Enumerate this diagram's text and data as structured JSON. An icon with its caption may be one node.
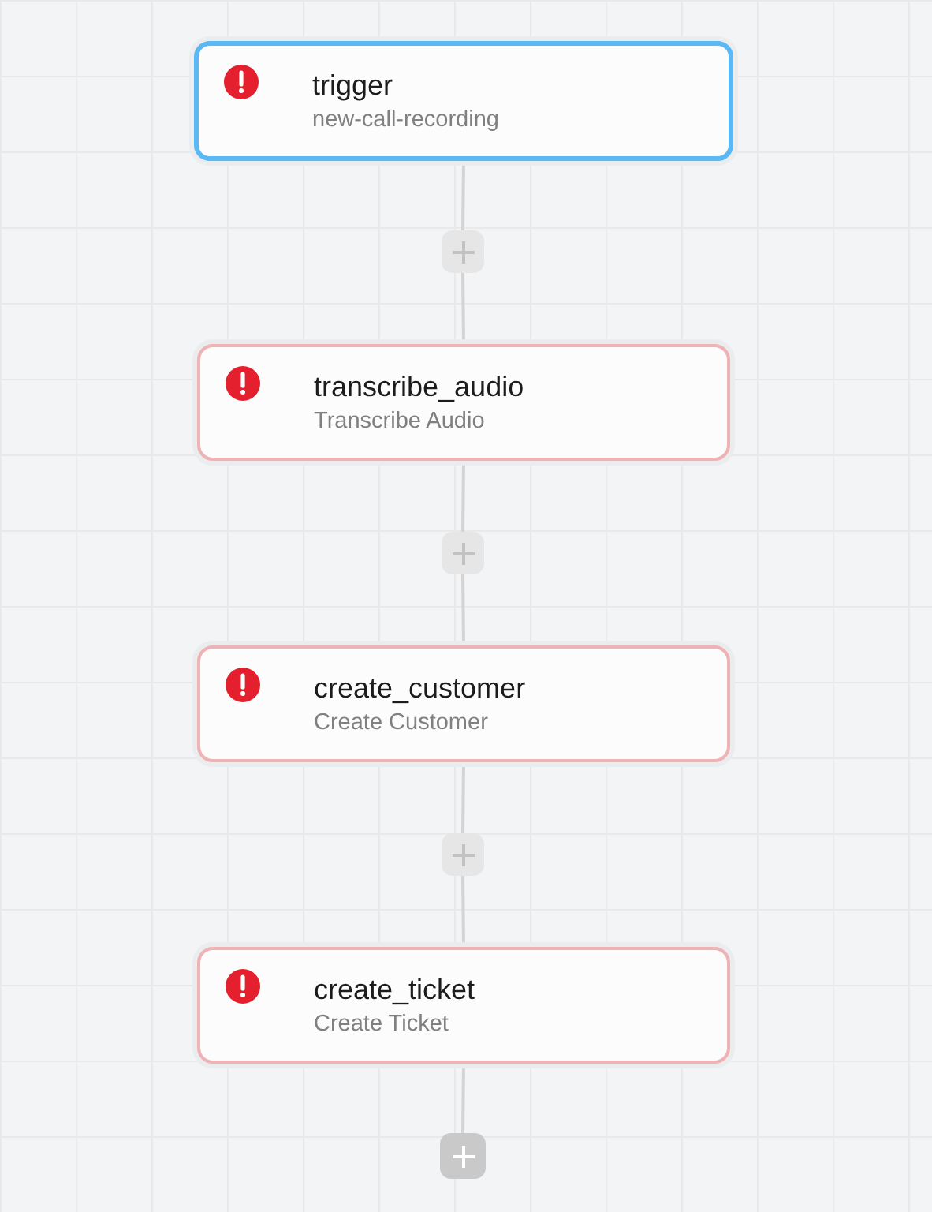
{
  "diagram": {
    "nodes": [
      {
        "text": [
          "trigger",
          "new-call-recording"
        ]
      },
      {
        "text": [],
        "shape": "box"
      },
      {
        "text": [
          "transcribe_audio",
          "Transcribe Audio"
        ]
      },
      {
        "text": [],
        "shape": "box"
      },
      {
        "text": [
          "create_customer",
          "Create Customer"
        ]
      },
      {
        "text": [],
        "shape": "box"
      },
      {
        "text": [
          "create_ticket",
          "Create Ticket"
        ]
      },
      {
        "text": [],
        "shape": "box"
      }
    ],
    "edges": [
      {
        "from": 0,
        "to": 1,
        "arrow": "none"
      },
      {
        "from": 1,
        "to": 2,
        "arrow": "none"
      },
      {
        "from": 2,
        "to": 3,
        "arrow": "none"
      },
      {
        "from": 3,
        "to": 4,
        "arrow": "none"
      },
      {
        "from": 4,
        "to": 5,
        "arrow": "none"
      },
      {
        "from": 5,
        "to": 6,
        "arrow": "none"
      },
      {
        "from": 6,
        "to": 7,
        "arrow": "none"
      }
    ]
  }
}
